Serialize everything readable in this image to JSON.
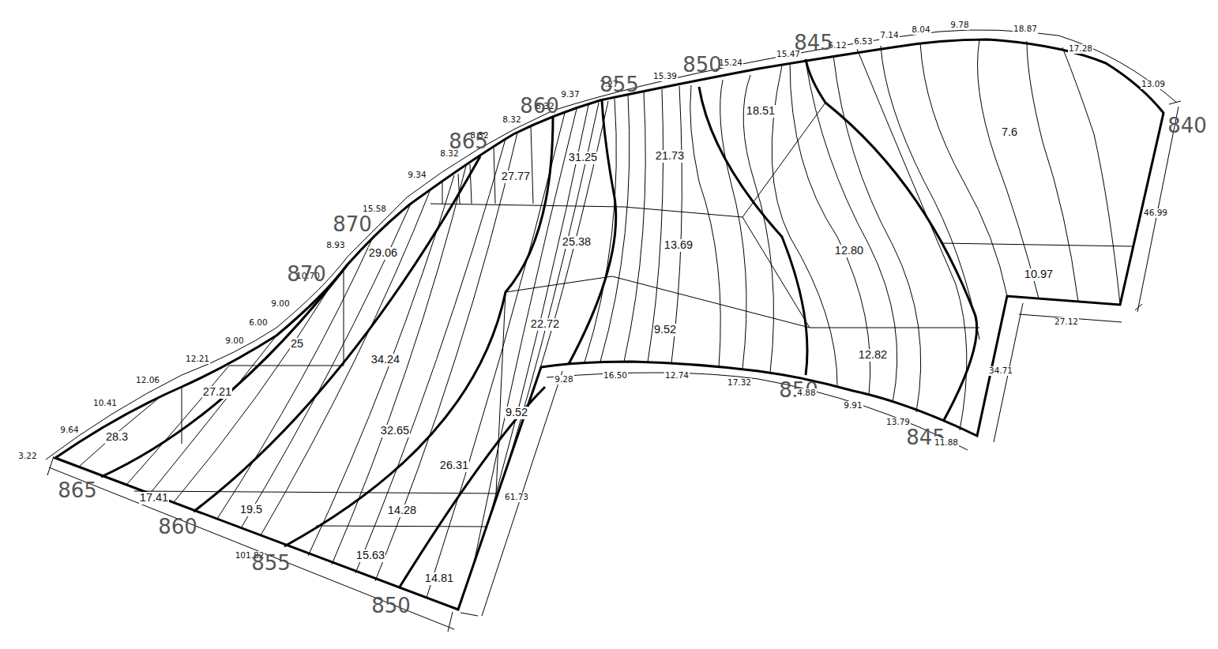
{
  "diagram": {
    "labels": [
      "3.22",
      "9.64",
      "10.41",
      "12.06",
      "12.21",
      "9.00",
      "6.00",
      "9.00",
      "10.70",
      "8.93",
      "15.58",
      "9.34",
      "8.32",
      "8.32",
      "8.32",
      "8.32",
      "9.37",
      "7.27",
      "15.39",
      "15.24",
      "15.47",
      "6.12",
      "6.53",
      "7.14",
      "8.04",
      "9.78",
      "18.87",
      "17.28",
      "13.09",
      "870",
      "870",
      "865",
      "860",
      "855",
      "850",
      "845",
      "840",
      "46.99",
      "27.12",
      "34.71",
      "9.28",
      "16.50",
      "12.74",
      "17.32",
      "850",
      "4.88",
      "9.91",
      "13.79",
      "845",
      "11.88",
      "865",
      "860",
      "101.82",
      "855",
      "850",
      "61.73",
      "28.3",
      "27.21",
      "25",
      "29.06",
      "34.24",
      "27.77",
      "31.25",
      "25.38",
      "21.73",
      "13.69",
      "22.72",
      "9.52",
      "18.51",
      "12.80",
      "7.6",
      "10.97",
      "12.82",
      "9.52",
      "32.65",
      "26.31",
      "17.41",
      "19.5",
      "14.28",
      "15.63",
      "14.81"
    ]
  }
}
